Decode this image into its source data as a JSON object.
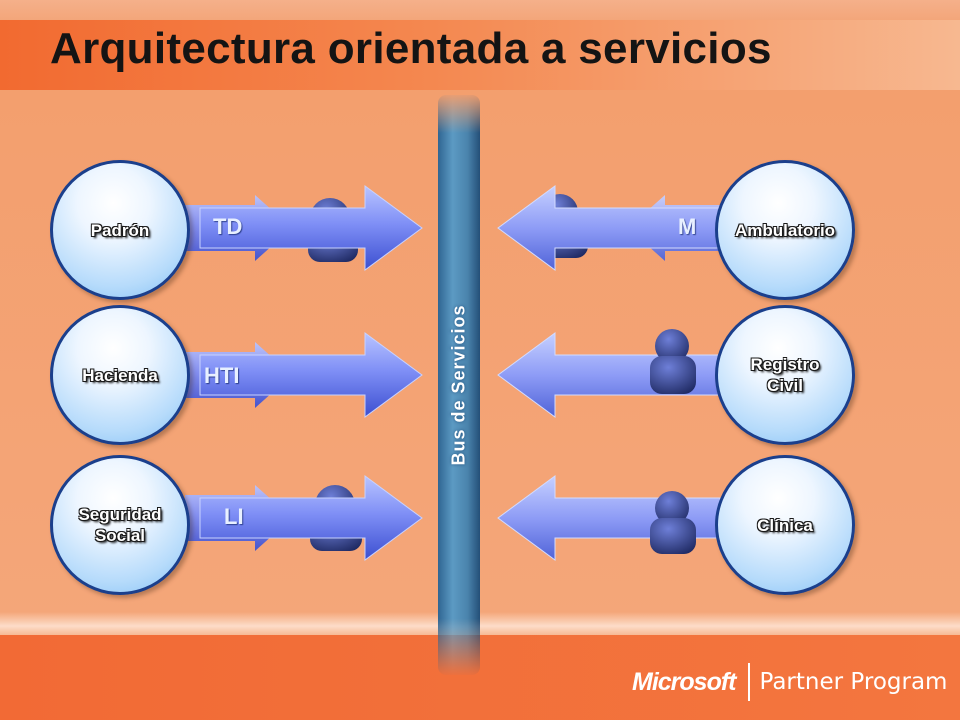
{
  "title": "Arquitectura orientada a servicios",
  "bus": {
    "label": "Bus de Servicios"
  },
  "left_services": [
    {
      "label_lines": [
        "Padrón"
      ],
      "arrow_text": "TD"
    },
    {
      "label_lines": [
        "Hacienda"
      ],
      "arrow_text": "HTI"
    },
    {
      "label_lines": [
        "Seguridad",
        "Social"
      ],
      "arrow_text": "LI"
    }
  ],
  "right_services": [
    {
      "label_lines": [
        "Ambulatorio"
      ],
      "arrow_text": "M"
    },
    {
      "label_lines": [
        "Registro",
        "Civil"
      ],
      "arrow_text": ""
    },
    {
      "label_lines": [
        "Clínica"
      ],
      "arrow_text": ""
    }
  ],
  "footer": {
    "brand": "Microsoft",
    "program": "Partner Program"
  },
  "colors": {
    "node_border": "#1b3f8c",
    "bus": "#4a84ad",
    "arrow": "#7d8ff5",
    "footer": "#f26a35"
  }
}
